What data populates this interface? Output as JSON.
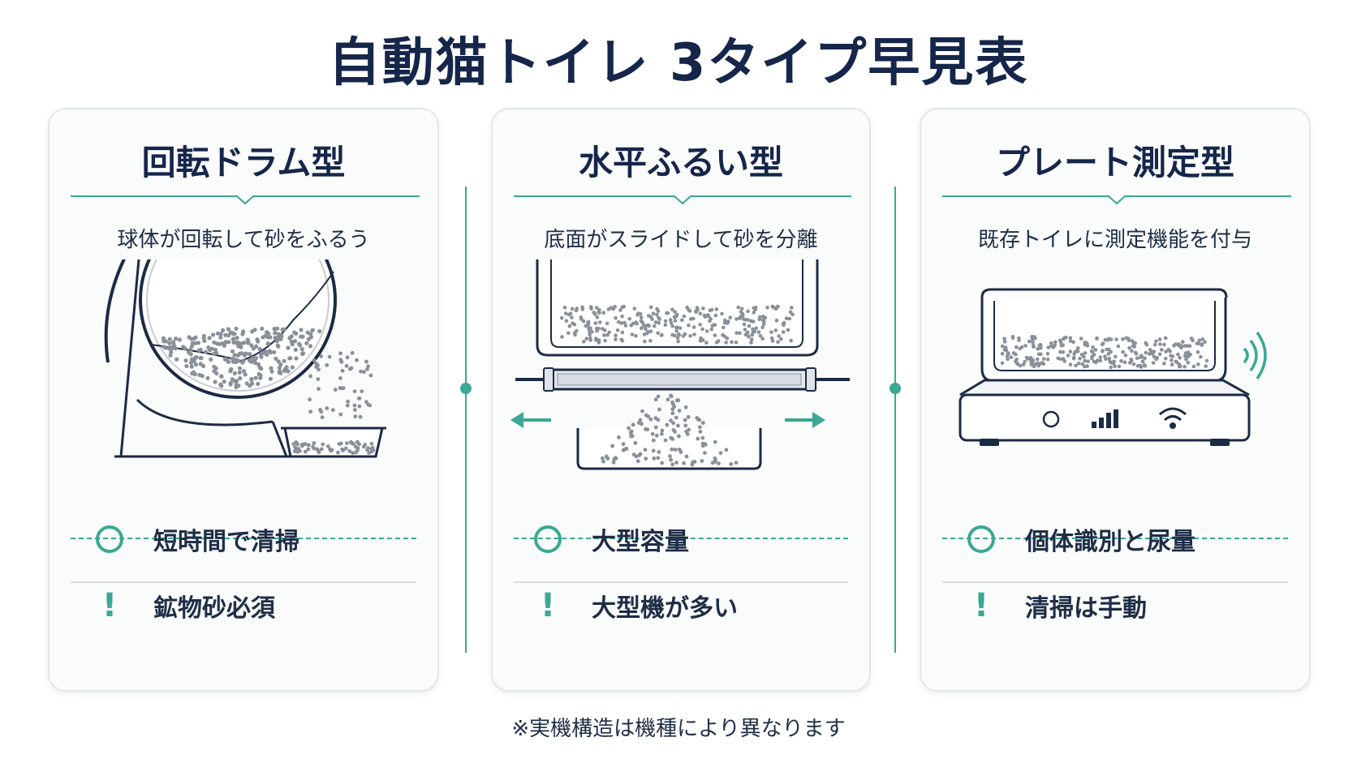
{
  "title": "自動猫トイレ 3タイプ早見表",
  "cards": [
    {
      "title": "回転ドラム型",
      "subtitle": "球体が回転して砂をふるう",
      "pro": "短時間で清掃",
      "con": "鉱物砂必須"
    },
    {
      "title": "水平ふるい型",
      "subtitle": "底面がスライドして砂を分離",
      "pro": "大型容量",
      "con": "大型機が多い"
    },
    {
      "title": "プレート測定型",
      "subtitle": "既存トイレに測定機能を付与",
      "pro": "個体識別と尿量",
      "con": "清掃は手動"
    }
  ],
  "footnote": "※実機構造は機種により異なります",
  "colors": {
    "accent": "#3aa894",
    "navy": "#16264a",
    "line": "#1c2b45",
    "grain": "#8a9099"
  },
  "icons": [
    "rotate-arrow-icon",
    "left-arrow-icon",
    "right-arrow-icon",
    "power-icon",
    "signal-bars-icon",
    "wifi-icon",
    "wireless-waves-icon"
  ]
}
